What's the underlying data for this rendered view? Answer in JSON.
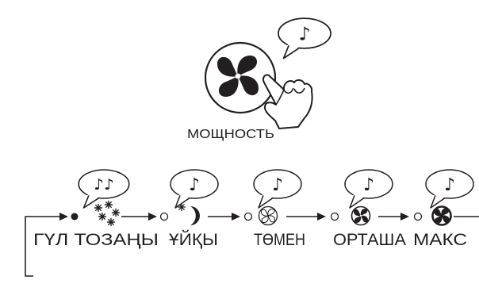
{
  "power_button": {
    "label": "МОЩНОСТЬ",
    "icon": "fan-icon",
    "hand_icon": "pointing-hand-icon",
    "beep": "♪"
  },
  "modes": [
    {
      "label": "ГҮЛ ТОЗАҢЫ",
      "icon": "pollen-icon",
      "beep": "♪♪",
      "indicator_filled": true
    },
    {
      "label": "ҰЙҚЫ",
      "icon": "sleep-moon-icon",
      "beep": "♪",
      "indicator_filled": false
    },
    {
      "label": "ТӨМЕН",
      "icon": "fan-low-icon",
      "beep": "♪",
      "indicator_filled": false
    },
    {
      "label": "ОРТАША",
      "icon": "fan-medium-icon",
      "beep": "♪",
      "indicator_filled": false
    },
    {
      "label": "МАКС",
      "icon": "fan-max-icon",
      "beep": "♪",
      "indicator_filled": false
    }
  ],
  "colors": {
    "ink": "#231f20",
    "background": "#ffffff"
  }
}
